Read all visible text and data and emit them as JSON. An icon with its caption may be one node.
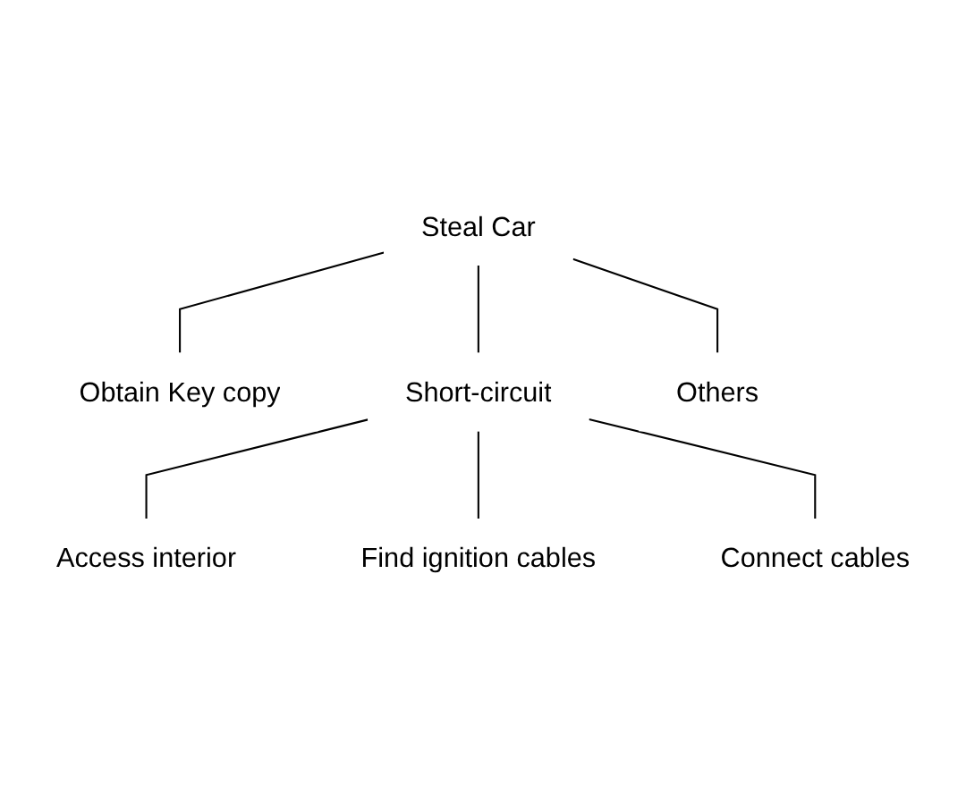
{
  "diagram": {
    "nodes": [
      {
        "text": [
          "Steal Car"
        ]
      },
      {
        "text": [
          "Obtain Key copy"
        ]
      },
      {
        "text": [
          "Short-circuit"
        ]
      },
      {
        "text": [
          "Others"
        ]
      },
      {
        "text": [
          "Access interior"
        ]
      },
      {
        "text": [
          "Find ignition cables"
        ]
      },
      {
        "text": [
          "Connect cables"
        ]
      }
    ],
    "edges": [
      {
        "from": 0,
        "to": 1,
        "arrow": "none"
      },
      {
        "from": 0,
        "to": 2,
        "arrow": "none"
      },
      {
        "from": 0,
        "to": 3,
        "arrow": "none"
      },
      {
        "from": 2,
        "to": 4,
        "arrow": "none"
      },
      {
        "from": 2,
        "to": 5,
        "arrow": "none"
      },
      {
        "from": 2,
        "to": 6,
        "arrow": "none"
      }
    ]
  }
}
